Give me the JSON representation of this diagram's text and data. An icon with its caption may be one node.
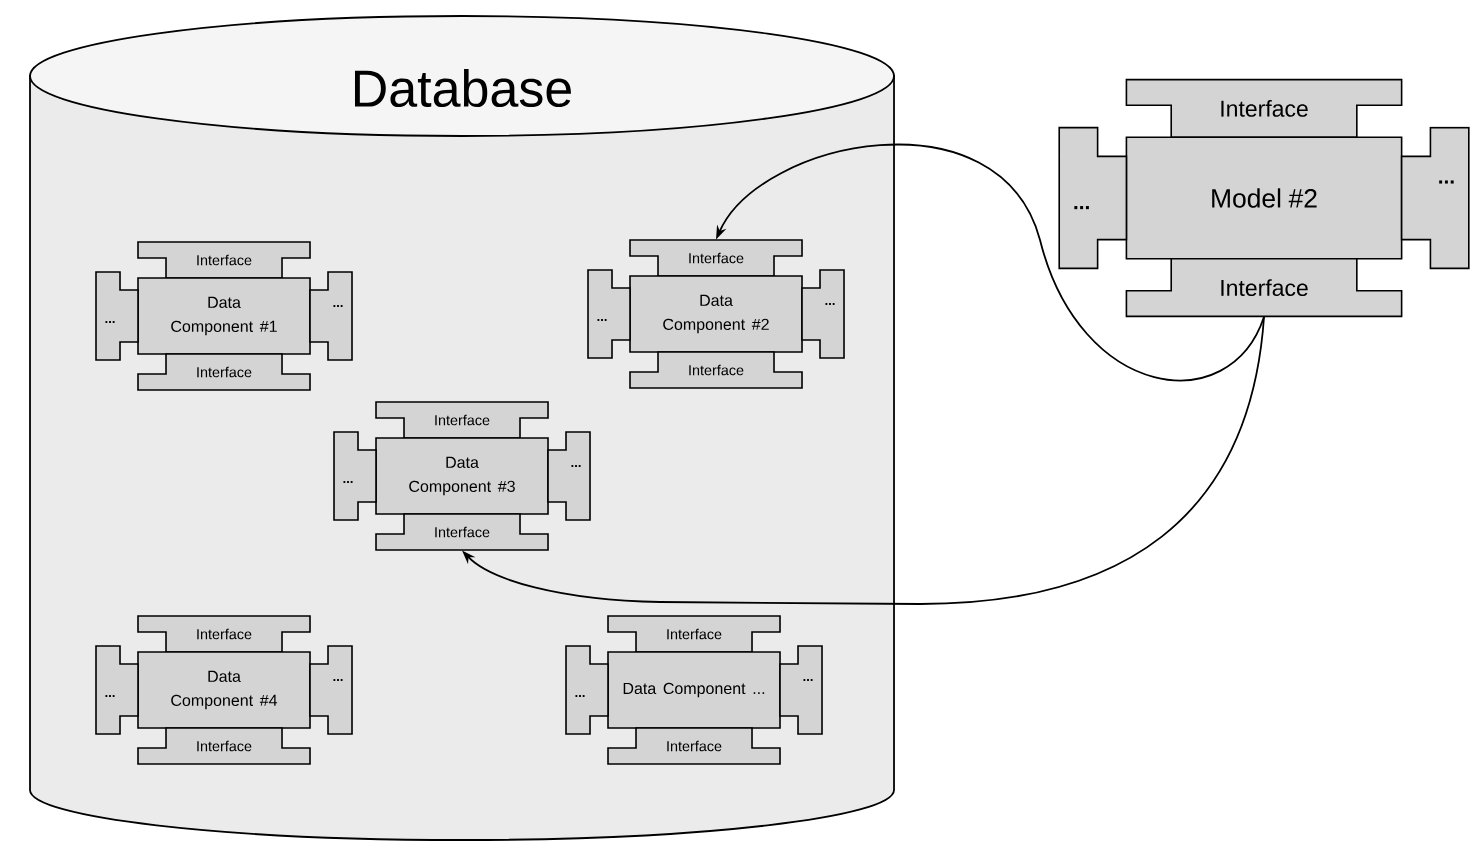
{
  "diagram": {
    "nodes": [
      {
        "text": [
          "Database"
        ]
      },
      {
        "text": [
          "Interface",
          "Data Component #1",
          "Interface",
          "...",
          "..."
        ],
        "in": 0
      },
      {
        "text": [
          "Interface",
          "Data Component #2",
          "Interface",
          "...",
          "..."
        ],
        "in": 0
      },
      {
        "text": [
          "Interface",
          "Data Component #3",
          "Interface",
          "...",
          "..."
        ],
        "in": 0
      },
      {
        "text": [
          "Interface",
          "Data Component #4",
          "Interface",
          "...",
          "..."
        ],
        "in": 0
      },
      {
        "text": [
          "Interface",
          "Data Component ...",
          "Interface",
          "...",
          "..."
        ],
        "in": 0
      },
      {
        "text": [
          "Interface",
          "Model #2",
          "Interface",
          "...",
          "..."
        ]
      }
    ],
    "edges": [
      {
        "from": 6,
        "to": 2,
        "arrow": "to"
      },
      {
        "from": 6,
        "to": 3,
        "arrow": "to"
      }
    ]
  }
}
